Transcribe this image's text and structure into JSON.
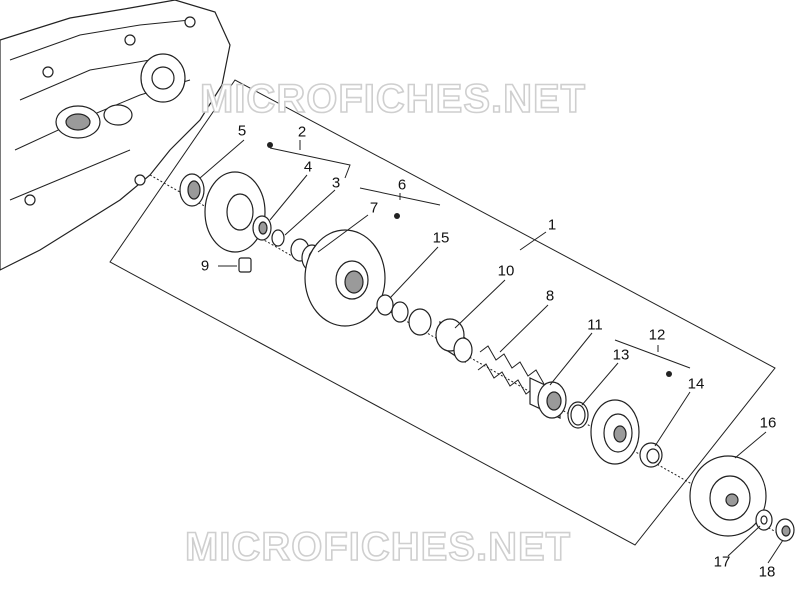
{
  "watermarks": [
    "MICROFICHES.NET",
    "MICROFICHES.NET"
  ],
  "callouts": [
    "1",
    "2",
    "3",
    "4",
    "5",
    "6",
    "7",
    "8",
    "9",
    "10",
    "11",
    "12",
    "13",
    "14",
    "15",
    "16",
    "17",
    "18"
  ],
  "colors": {
    "line": "#222222",
    "watermark_stroke": "#cfcfcf",
    "part_fill": "#ffffff",
    "shade": "#9a9a9a"
  }
}
